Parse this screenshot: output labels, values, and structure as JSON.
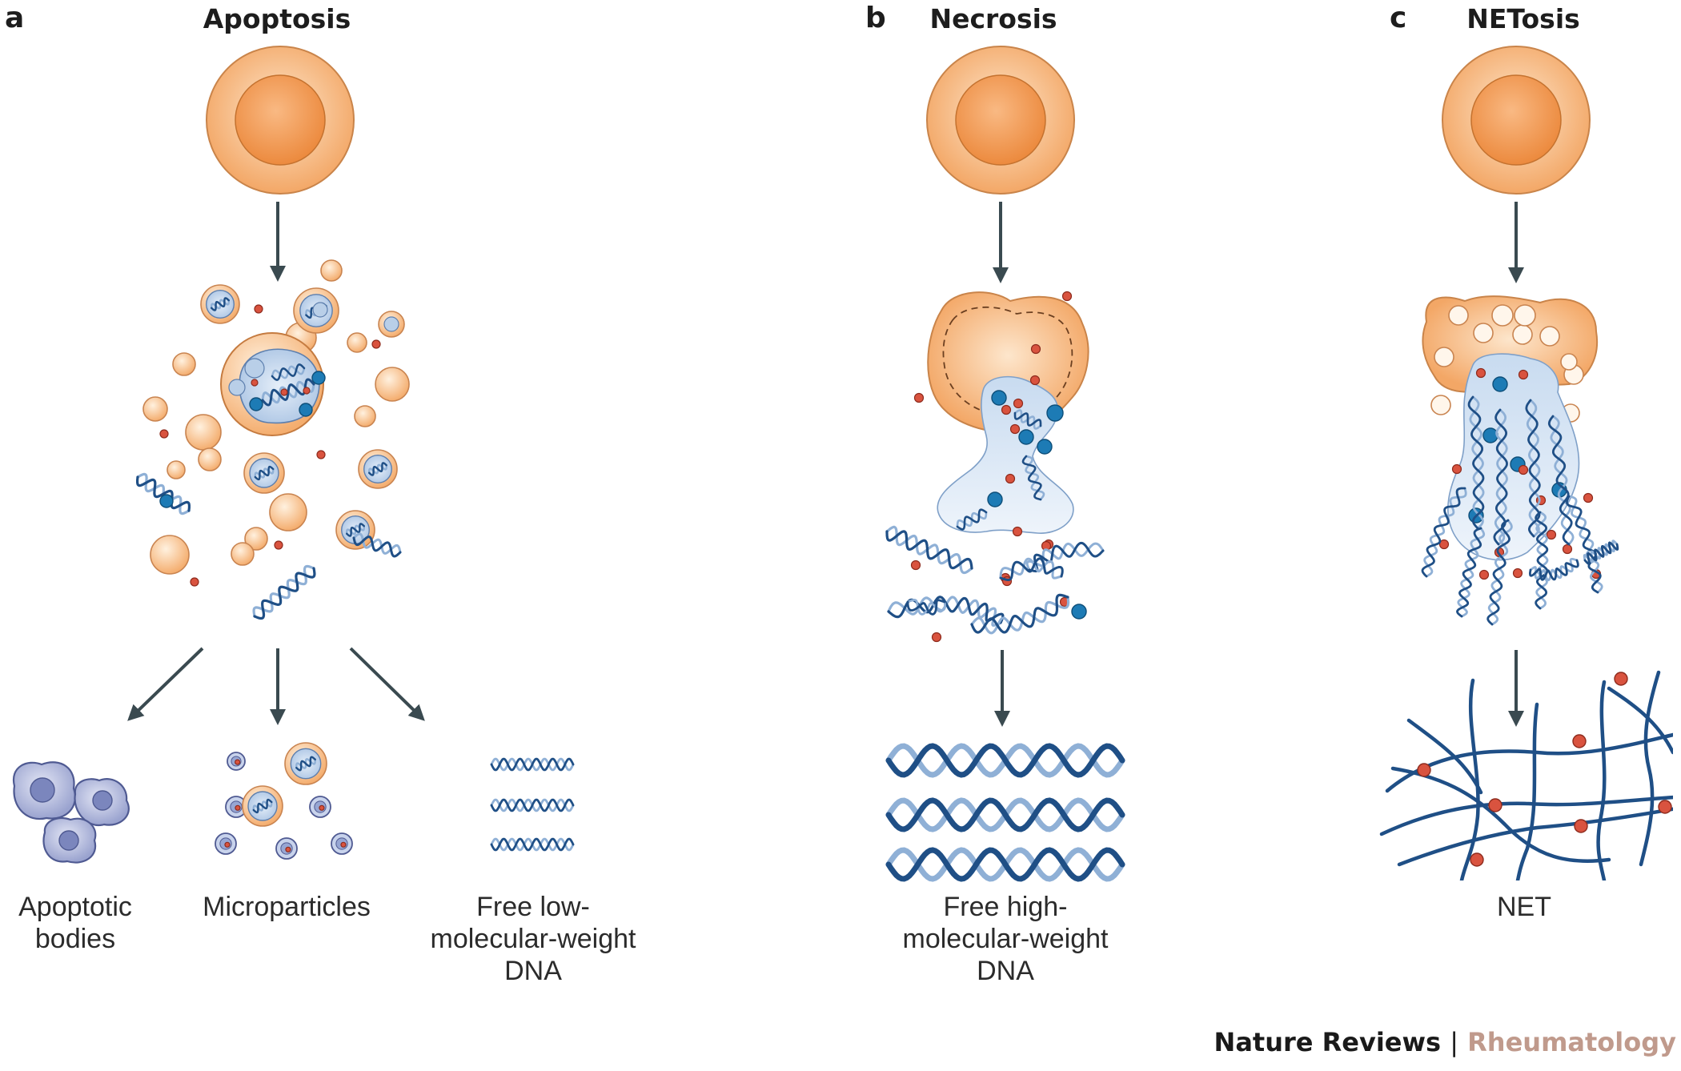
{
  "panels": {
    "a": {
      "letter": "a",
      "title": "Apoptosis"
    },
    "b": {
      "letter": "b",
      "title": "Necrosis"
    },
    "c": {
      "letter": "c",
      "title": "NETosis"
    }
  },
  "labels": {
    "apoptotic_bodies": [
      "Apoptotic",
      "bodies"
    ],
    "microparticles": [
      "Microparticles"
    ],
    "free_low": [
      "Free low-",
      "molecular-weight",
      "DNA"
    ],
    "free_high": [
      "Free high-",
      "molecular-weight",
      "DNA"
    ],
    "net": [
      "NET"
    ]
  },
  "journal": {
    "name": "Nature Reviews",
    "separator": "|",
    "subject": "Rheumatology"
  },
  "colors": {
    "cell_orange": "#f3a766",
    "cell_light": "#fbd9b4",
    "dna_dark": "#1f4f86",
    "dna_light": "#8fb0d6",
    "nucleus_blue": "#b9cfe8",
    "dot_red": "#d9533f",
    "dot_blue": "#1d7bb5",
    "arrow": "#3a4a50"
  }
}
